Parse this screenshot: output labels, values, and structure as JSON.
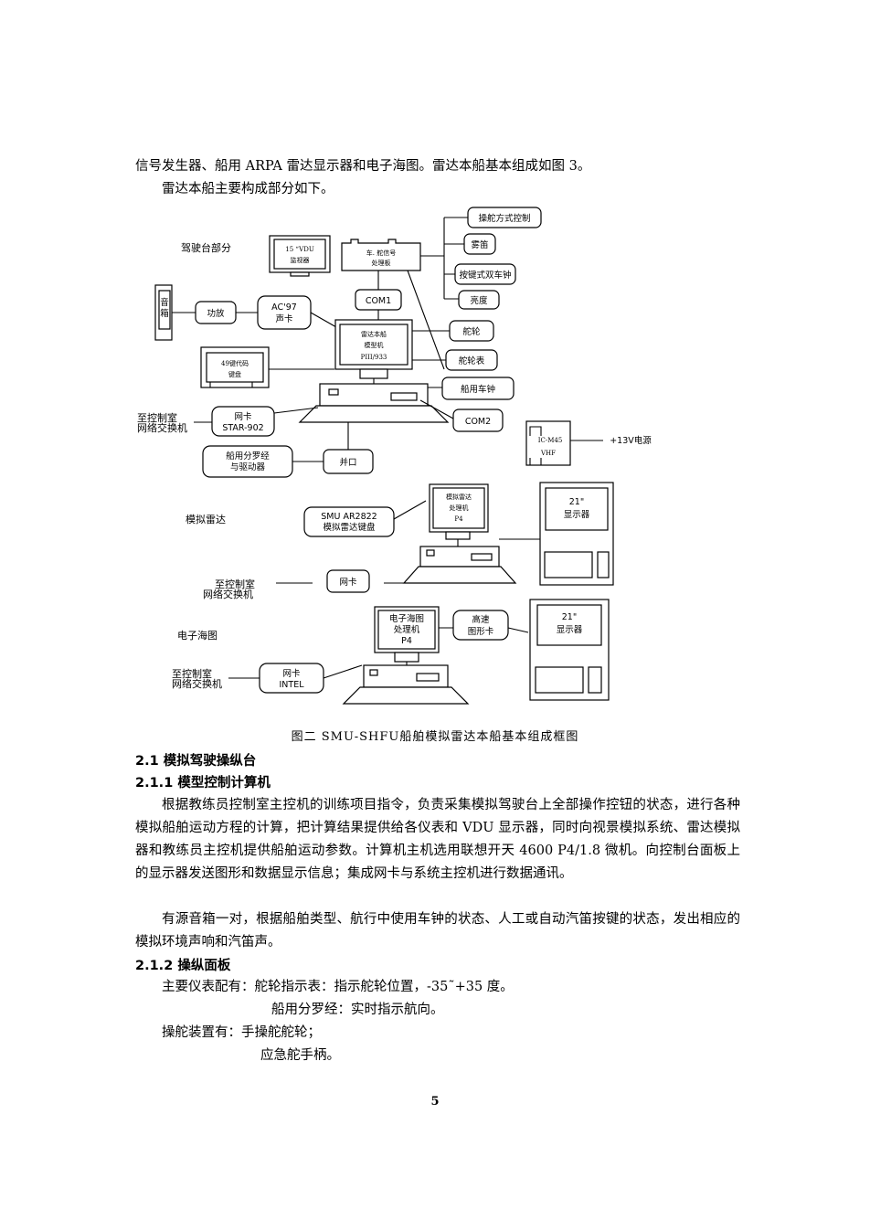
{
  "intro": {
    "line1": "信号发生器、船用 ARPA 雷达显示器和电子海图。雷达本船基本组成如图 3。",
    "line2": "雷达本船主要构成部分如下。"
  },
  "diagram": {
    "section_bridge": "驾驶台部分",
    "section_radar": "模拟雷达",
    "section_ecdis": "电子海图",
    "steer_mode": "操舵方式控制",
    "fog_horn": "雾笛",
    "dual_telegraph": "按键式双车钟",
    "brightness": "亮度",
    "vdu_line1": "15 “VDU",
    "vdu_line2": "监视器",
    "signal_line1": "车. 舵信号",
    "signal_line2": "处理板",
    "speaker_1": "音",
    "speaker_2": "箱",
    "amplifier": "功放",
    "ac97_line1": "AC'97",
    "ac97_line2": "声卡",
    "com1": "COM1",
    "host_line1": "雷达本船",
    "host_line2": "模型机",
    "host_line3": "PIII/933",
    "wheel": "舵轮",
    "rudder_meter": "舵轮表",
    "telegraph": "船用车钟",
    "keyboard_line1": "49键代码",
    "keyboard_line2": "键盘",
    "net1_line1": "至控制室",
    "net1_line2": "网络交换机",
    "nic1_line1": "网卡",
    "nic1_line2": "STAR-902",
    "com2": "COM2",
    "vhf_line1": "IC-M45",
    "vhf_line2": "VHF",
    "power": "+13V电源",
    "compass_line1": "船用分罗经",
    "compass_line2": "与驱动器",
    "parallel": "并口",
    "smu_line1": "SMU AR2822",
    "smu_line2": "模拟雷达键盘",
    "radar_pc_line1": "模拟雷达",
    "radar_pc_line2": "处理机",
    "radar_pc_line3": "P4",
    "disp1_line1": "21\"",
    "disp1_line2": "显示器",
    "net2_line1": "至控制室",
    "net2_line2": "网络交换机",
    "nic2": "网卡",
    "ecdis_pc_line1": "电子海图",
    "ecdis_pc_line2": "处理机",
    "ecdis_pc_line3": "P4",
    "gpu_line1": "高速",
    "gpu_line2": "图形卡",
    "disp2_line1": "21\"",
    "disp2_line2": "显示器",
    "net3_line1": "至控制室",
    "net3_line2": "网络交换机",
    "nic3_line1": "网卡",
    "nic3_line2": "INTEL"
  },
  "caption": "图二   SMU-SHFU船舶模拟雷达本船基本组成框图",
  "sec_2_1": "2.1 模拟驾驶操纵台",
  "sec_2_1_1": "2.1.1 模型控制计算机",
  "para1": "根据教练员控制室主控机的训练项目指令，负责采集模拟驾驶台上全部操作控钮的状态，进行各种模拟船舶运动方程的计算，把计算结果提供给各仪表和 VDU 显示器，同时向视景模拟系统、雷达模拟器和教练员主控机提供船舶运动参数。计算机主机选用联想开天 4600 P4/1.8 微机。向控制台面板上的显示器发送图形和数据显示信息；集成网卡与系统主控机进行数据通讯。",
  "para2": "有源音箱一对，根据船舶类型、航行中使用车钟的状态、人工或自动汽笛按键的状态，发出相应的模拟环境声响和汽笛声。",
  "sec_2_1_2": "2.1.2  操纵面板",
  "instr_line1": "主要仪表配有：舵轮指示表：指示舵轮位置，-35˜+35 度。",
  "instr_line2": "船用分罗经：实时指示航向。",
  "steer_line1": "操舵装置有：手操舵舵轮；",
  "steer_line2": "应急舵手柄。",
  "page_number": "5"
}
